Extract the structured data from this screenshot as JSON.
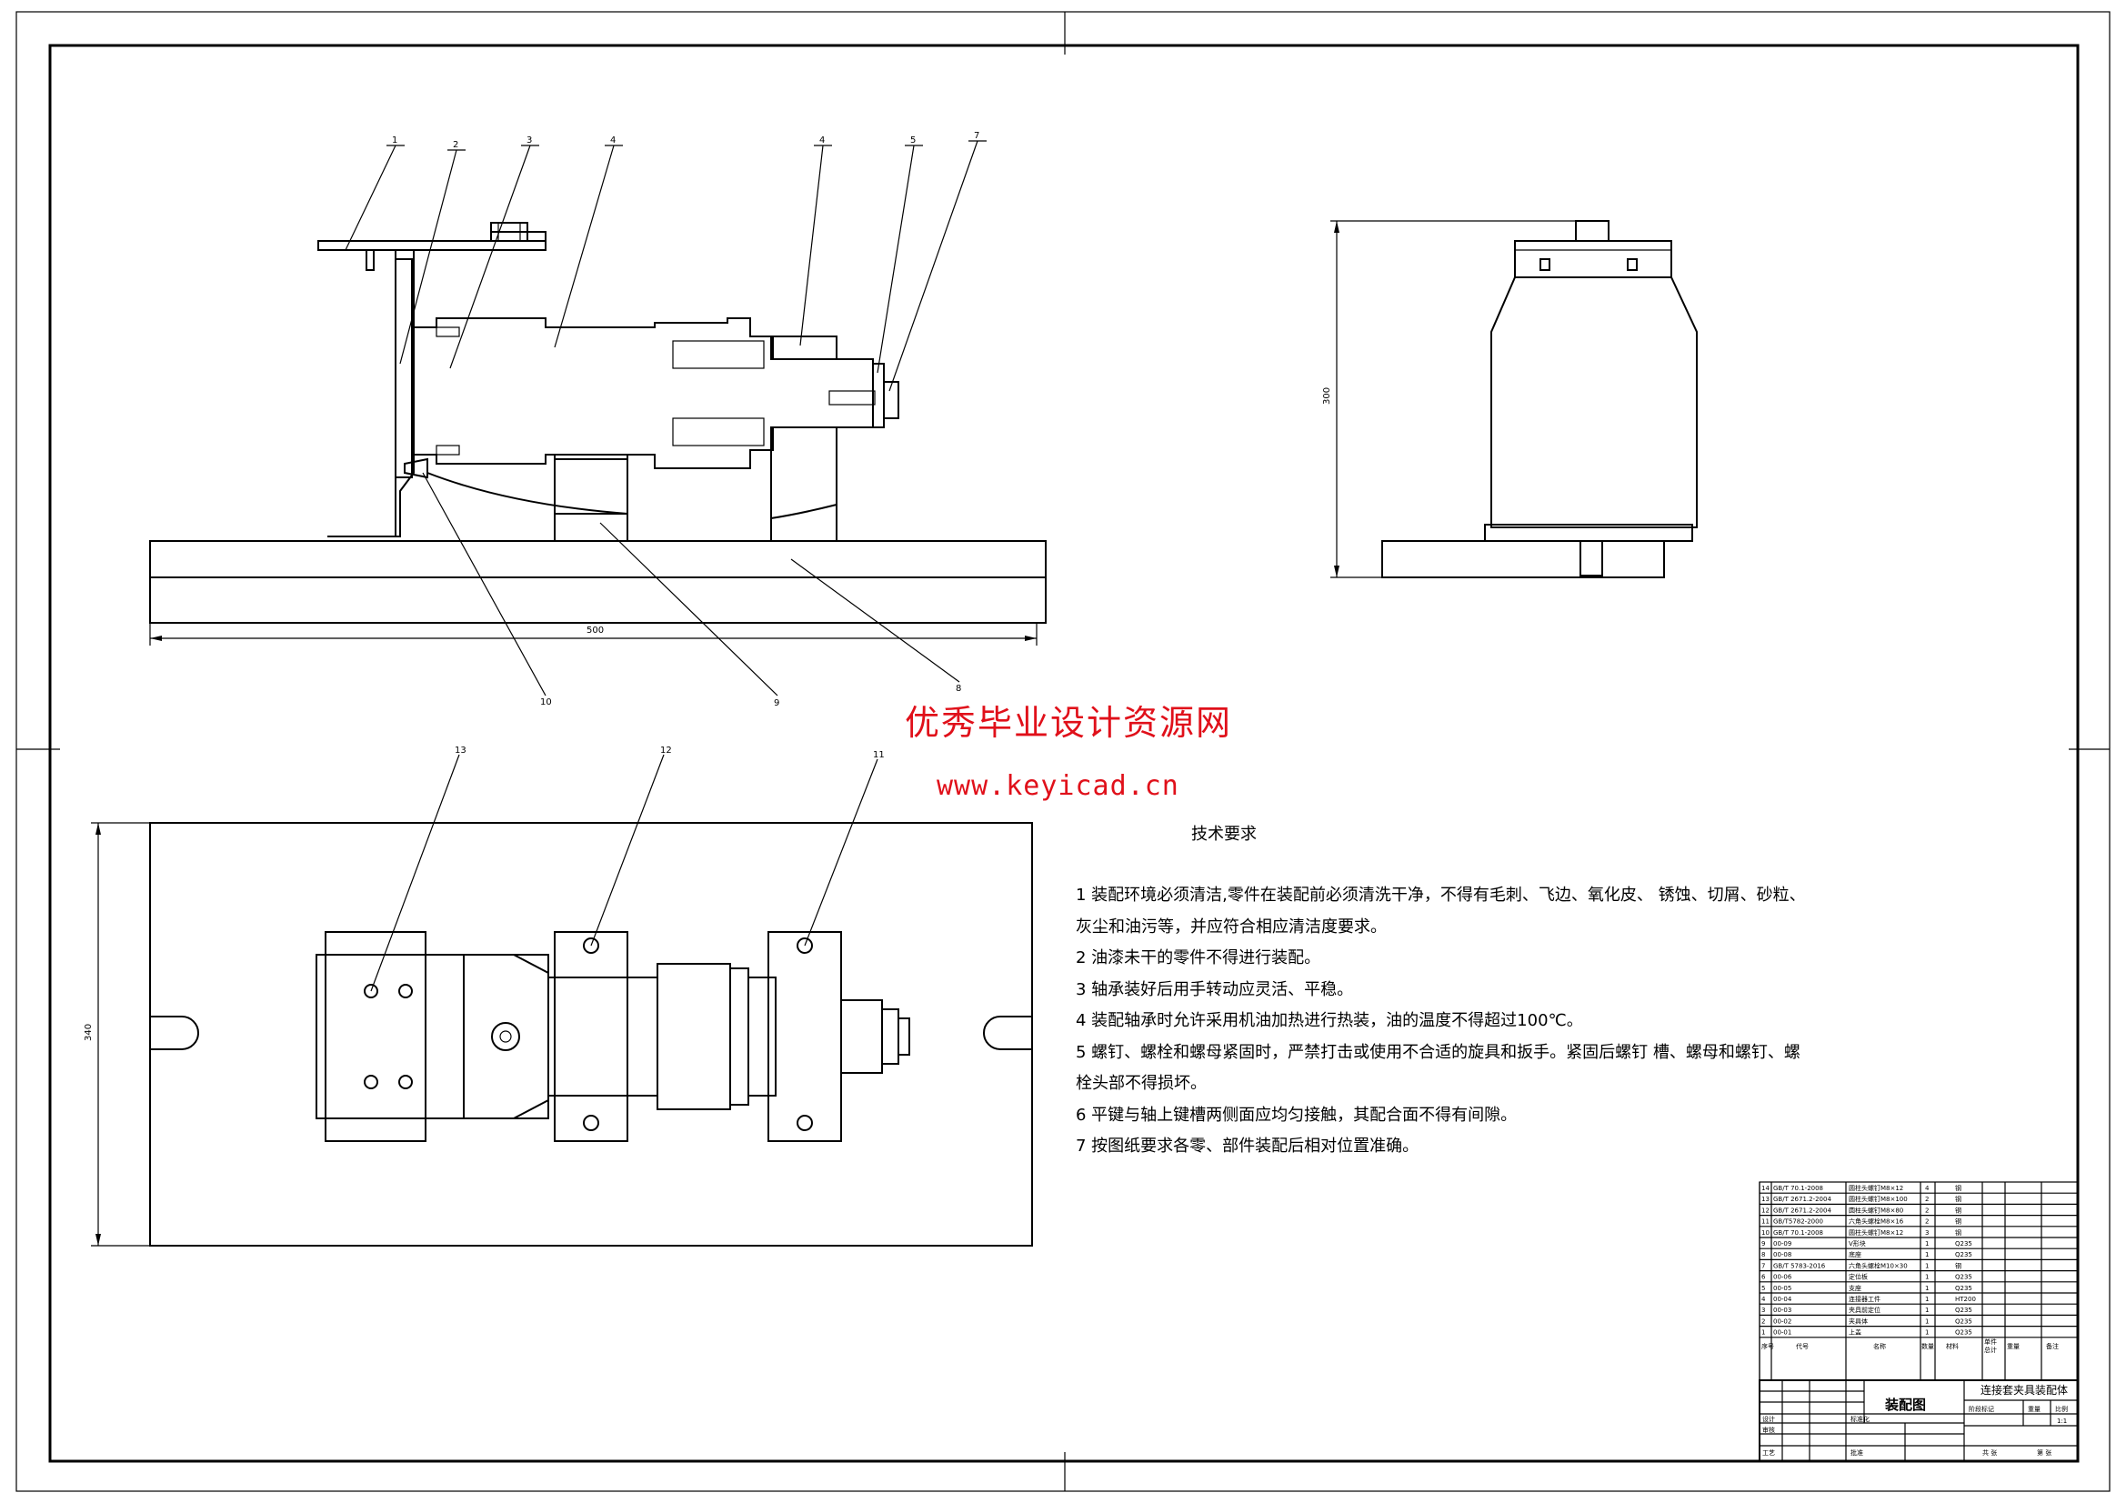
{
  "watermark": {
    "title": "优秀毕业设计资源网",
    "url": "www.keyicad.cn"
  },
  "dimensions": {
    "front_width": "500",
    "side_height": "300",
    "top_height": "340"
  },
  "part_labels": [
    "1",
    "2",
    "3",
    "4",
    "4",
    "5",
    "7",
    "8",
    "9",
    "10",
    "11",
    "12",
    "13"
  ],
  "tech_requirements": {
    "title": "技术要求",
    "items": [
      "1 装配环境必须清洁,零件在装配前必须清洗干净，不得有毛刺、飞边、氧化皮、  锈蚀、切屑、砂粒、",
      "灰尘和油污等，并应符合相应清洁度要求。",
      "2 油漆未干的零件不得进行装配。",
      "3 轴承装好后用手转动应灵活、平稳。",
      "4 装配轴承时允许采用机油加热进行热装，油的温度不得超过100℃。",
      "5 螺钉、螺栓和螺母紧固时，严禁打击或使用不合适的旋具和扳手。紧固后螺钉   槽、螺母和螺钉、螺",
      "栓头部不得损坏。",
      "6 平键与轴上键槽两侧面应均匀接触，其配合面不得有间隙。",
      "7 按图纸要求各零、部件装配后相对位置准确。"
    ]
  },
  "bom": {
    "rows": [
      {
        "no": "14",
        "code": "GB/T 70.1-2008",
        "name": "圆柱头螺钉M8×12",
        "qty": "4",
        "material": "钢"
      },
      {
        "no": "13",
        "code": "GB/T 2671.2-2004",
        "name": "圆柱头螺钉M8×100",
        "qty": "2",
        "material": "钢"
      },
      {
        "no": "12",
        "code": "GB/T 2671.2-2004",
        "name": "圆柱头螺钉M8×80",
        "qty": "2",
        "material": "钢"
      },
      {
        "no": "11",
        "code": "GB/T5782-2000",
        "name": "六角头螺栓M8×16",
        "qty": "2",
        "material": "钢"
      },
      {
        "no": "10",
        "code": "GB/T 70.1-2008",
        "name": "圆柱头螺钉M8×12",
        "qty": "3",
        "material": "钢"
      },
      {
        "no": "9",
        "code": "00-09",
        "name": "V形块",
        "qty": "1",
        "material": "Q235"
      },
      {
        "no": "8",
        "code": "00-08",
        "name": "底座",
        "qty": "1",
        "material": "Q235"
      },
      {
        "no": "7",
        "code": "GB/T 5783-2016",
        "name": "六角头螺栓M10×30",
        "qty": "1",
        "material": "钢"
      },
      {
        "no": "6",
        "code": "00-06",
        "name": "定位板",
        "qty": "1",
        "material": "Q235"
      },
      {
        "no": "5",
        "code": "00-05",
        "name": "支座",
        "qty": "1",
        "material": "Q235"
      },
      {
        "no": "4",
        "code": "00-04",
        "name": "连接器工件",
        "qty": "1",
        "material": "HT200"
      },
      {
        "no": "3",
        "code": "00-03",
        "name": "夹具前定位",
        "qty": "1",
        "material": "Q235"
      },
      {
        "no": "2",
        "code": "00-02",
        "name": "夹具体",
        "qty": "1",
        "material": "Q235"
      },
      {
        "no": "1",
        "code": "00-01",
        "name": "上盖",
        "qty": "1",
        "material": "Q235"
      }
    ],
    "headers": {
      "no": "序号",
      "code": "代号",
      "name": "名称",
      "qty": "数量",
      "material": "材料",
      "single": "单件",
      "total": "总计",
      "weight": "重量",
      "remark": "备注"
    }
  },
  "title_block": {
    "drawing_type": "装配图",
    "product_name": "连接套夹具装配体",
    "scale": "1:1",
    "stage_mark": "阶段标记",
    "weight_label": "重量",
    "scale_label": "比例",
    "design_label": "设计",
    "standard_label": "标准化",
    "review_label": "审核",
    "process_label": "工艺",
    "approve_label": "批准",
    "sheet_label": "共 张",
    "page_label": "第 张"
  }
}
